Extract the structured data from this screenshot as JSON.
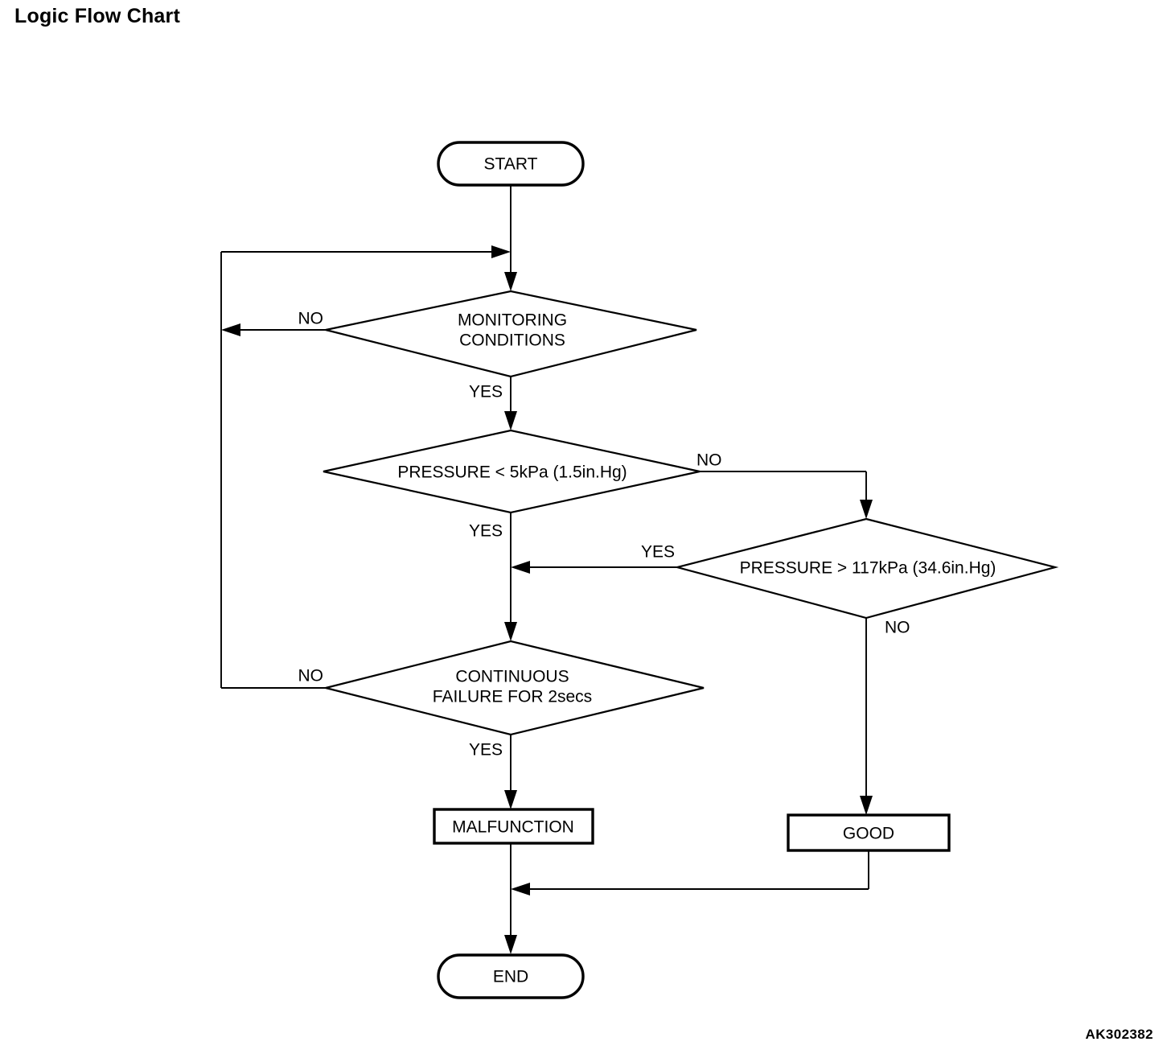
{
  "page": {
    "title": "Logic Flow Chart",
    "reference_code": "AK302382",
    "background_color": "#ffffff",
    "line_color": "#000000"
  },
  "chart_data": {
    "type": "diagram",
    "diagram_kind": "flowchart",
    "title": "Logic Flow Chart",
    "nodes": [
      {
        "id": "start",
        "shape": "terminator",
        "label": "START"
      },
      {
        "id": "monitoring",
        "shape": "decision",
        "label": "MONITORING\nCONDITIONS",
        "line1": "MONITORING",
        "line2": "CONDITIONS"
      },
      {
        "id": "p_low",
        "shape": "decision",
        "label": "PRESSURE < 5kPa (1.5in.Hg)"
      },
      {
        "id": "p_high",
        "shape": "decision",
        "label": "PRESSURE > 117kPa (34.6in.Hg)"
      },
      {
        "id": "cont_fail",
        "shape": "decision",
        "label": "CONTINUOUS\nFAILURE FOR 2secs",
        "line1": "CONTINUOUS",
        "line2": "FAILURE FOR 2secs"
      },
      {
        "id": "malfunction",
        "shape": "process",
        "label": "MALFUNCTION"
      },
      {
        "id": "good",
        "shape": "process",
        "label": "GOOD"
      },
      {
        "id": "end",
        "shape": "terminator",
        "label": "END"
      }
    ],
    "edges": [
      {
        "from": "start",
        "to": "monitoring",
        "label": ""
      },
      {
        "from": "monitoring",
        "to": "monitoring",
        "label": "NO",
        "note": "loops back to input of MONITORING CONDITIONS"
      },
      {
        "from": "monitoring",
        "to": "p_low",
        "label": "YES"
      },
      {
        "from": "p_low",
        "to": "p_high",
        "label": "NO"
      },
      {
        "from": "p_low",
        "to": "cont_fail",
        "label": "YES"
      },
      {
        "from": "p_high",
        "to": "cont_fail",
        "label": "YES"
      },
      {
        "from": "p_high",
        "to": "good",
        "label": "NO"
      },
      {
        "from": "cont_fail",
        "to": "monitoring",
        "label": "NO",
        "note": "loops back to input of MONITORING CONDITIONS"
      },
      {
        "from": "cont_fail",
        "to": "malfunction",
        "label": "YES"
      },
      {
        "from": "malfunction",
        "to": "end",
        "label": ""
      },
      {
        "from": "good",
        "to": "end",
        "label": ""
      }
    ],
    "labels": {
      "yes": "YES",
      "no": "NO"
    }
  },
  "nodes": {
    "start": {
      "label": "START"
    },
    "monitoring": {
      "line1": "MONITORING",
      "line2": "CONDITIONS"
    },
    "pressure_low": {
      "label": "PRESSURE < 5kPa (1.5in.Hg)"
    },
    "pressure_high": {
      "label": "PRESSURE > 117kPa (34.6in.Hg)"
    },
    "continuous_failure": {
      "line1": "CONTINUOUS",
      "line2": "FAILURE FOR 2secs"
    },
    "malfunction": {
      "label": "MALFUNCTION"
    },
    "good": {
      "label": "GOOD"
    },
    "end": {
      "label": "END"
    }
  },
  "edge_labels": {
    "monitoring_no": "NO",
    "monitoring_yes": "YES",
    "pressure_low_no": "NO",
    "pressure_low_yes": "YES",
    "pressure_high_yes": "YES",
    "pressure_high_no": "NO",
    "continuous_failure_no": "NO",
    "continuous_failure_yes": "YES"
  }
}
